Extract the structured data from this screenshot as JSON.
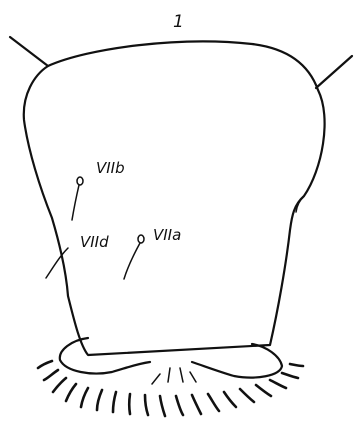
{
  "figure": {
    "number": "1",
    "labels": {
      "seta_b": "VIIb",
      "seta_d": "VIId",
      "seta_a": "VIIa"
    }
  },
  "colors": {
    "ink": "#111111",
    "paper": "#ffffff"
  }
}
